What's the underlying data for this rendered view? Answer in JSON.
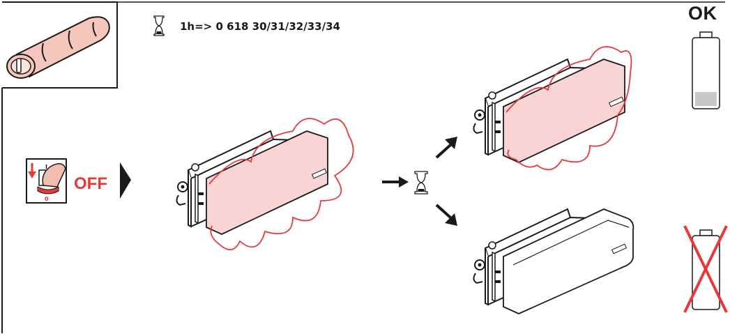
{
  "spec_text": "1h=> 0 618 30/31/32/33/34",
  "ok_label": "OK",
  "switch_label": "OFF",
  "switch_on_mark": "I",
  "switch_off_mark": "0",
  "icons": {
    "hourglass_top": "hourglass-icon",
    "hourglass_mid": "hourglass-icon",
    "battery_ok": "battery-low-ok-icon",
    "battery_bad": "battery-crossed-icon"
  },
  "colors": {
    "accent_red": "#e8393a",
    "glow_fill": "#f9d4d4",
    "stroke": "#1a1a1a",
    "battery_level": "#c8c8c8"
  }
}
